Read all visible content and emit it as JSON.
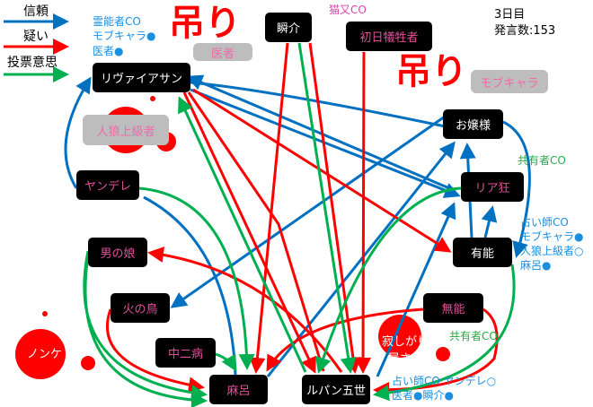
{
  "legend": {
    "trust": "信頼",
    "doubt": "疑い",
    "vote": "投票意思"
  },
  "colors": {
    "trust": "#0070c0",
    "doubt": "#ff0000",
    "vote": "#00b050"
  },
  "info": {
    "day": "3日目",
    "posts": "発言数:153"
  },
  "hang_label": "吊り",
  "nodes": {
    "leviathan": "リヴァイアサン",
    "shunsuke": "瞬介",
    "first_victim": "初日犠牲者",
    "ojousama": "お嬢様",
    "riakyo": "リア狂",
    "yuunou": "有能",
    "yandere": "ヤンデレ",
    "otokonoko": "男の娘",
    "hinotori": "火の鳥",
    "chuunibyou": "中二病",
    "munou": "無能",
    "maro": "麻呂",
    "lupin": "ルパン五世"
  },
  "dead": {
    "doctor": "医者",
    "mob": "モブキャラ",
    "werewolf_senior": "人狼上級者",
    "nonke": "ノンケ",
    "lonely": "寂しがり\n屋さん"
  },
  "notes": {
    "leviathan": [
      "霊能者CO",
      "モブキャラ●",
      "医者●"
    ],
    "first_victim": "猫又CO",
    "riakyo": "共有者CO",
    "yuunou": [
      "占い師CO",
      "モブキャラ●",
      "人狼上級者○",
      "麻呂●"
    ],
    "munou": "共有者CO",
    "lupin": [
      "占い師CO ヤンデレ○",
      "医者●瞬介●"
    ]
  }
}
